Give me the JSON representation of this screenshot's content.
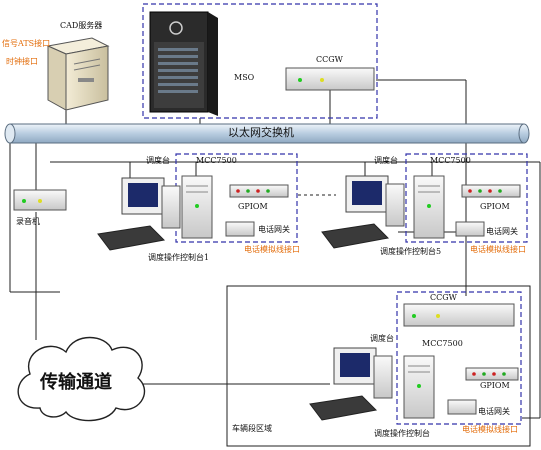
{
  "labels": {
    "cad_server": "CAD服务器",
    "ats_port": "信号ATS接口",
    "clock_port": "时钟接口",
    "mso": "MSO",
    "ccgw_top": "CCGW",
    "ethernet_switch": "以太网交换机",
    "recorder": "录音机",
    "console_tag_1": "调度台",
    "mcc_1": "MCC7500",
    "gpiom_1": "GPIOM",
    "phone_gw_1": "电话网关",
    "phone_port_1": "电话模拟线接口",
    "station_1": "调度操作控制台1",
    "console_tag_5": "调度台",
    "mcc_5": "MCC7500",
    "gpiom_5": "GPIOM",
    "phone_gw_5": "电话网关",
    "phone_port_5": "电话模拟线接口",
    "station_5": "调度操作控制台5",
    "ccgw_depot": "CCGW",
    "console_tag_d": "调度台",
    "mcc_d": "MCC7500",
    "gpiom_d": "GPIOM",
    "phone_gw_d": "电话网关",
    "phone_port_d": "电话模拟线接口",
    "station_d": "调度操作控制台",
    "transport": "传输通道",
    "depot_area": "车辆段区域"
  },
  "colors": {
    "dash_box": "#3333aa",
    "switch_fill": "#c8d8e6",
    "orange_text": "#e36c0a"
  },
  "icons": [
    "server-tower-icon",
    "mso-cabinet-icon",
    "gateway-box-icon",
    "workstation-icon",
    "cloud-icon"
  ]
}
